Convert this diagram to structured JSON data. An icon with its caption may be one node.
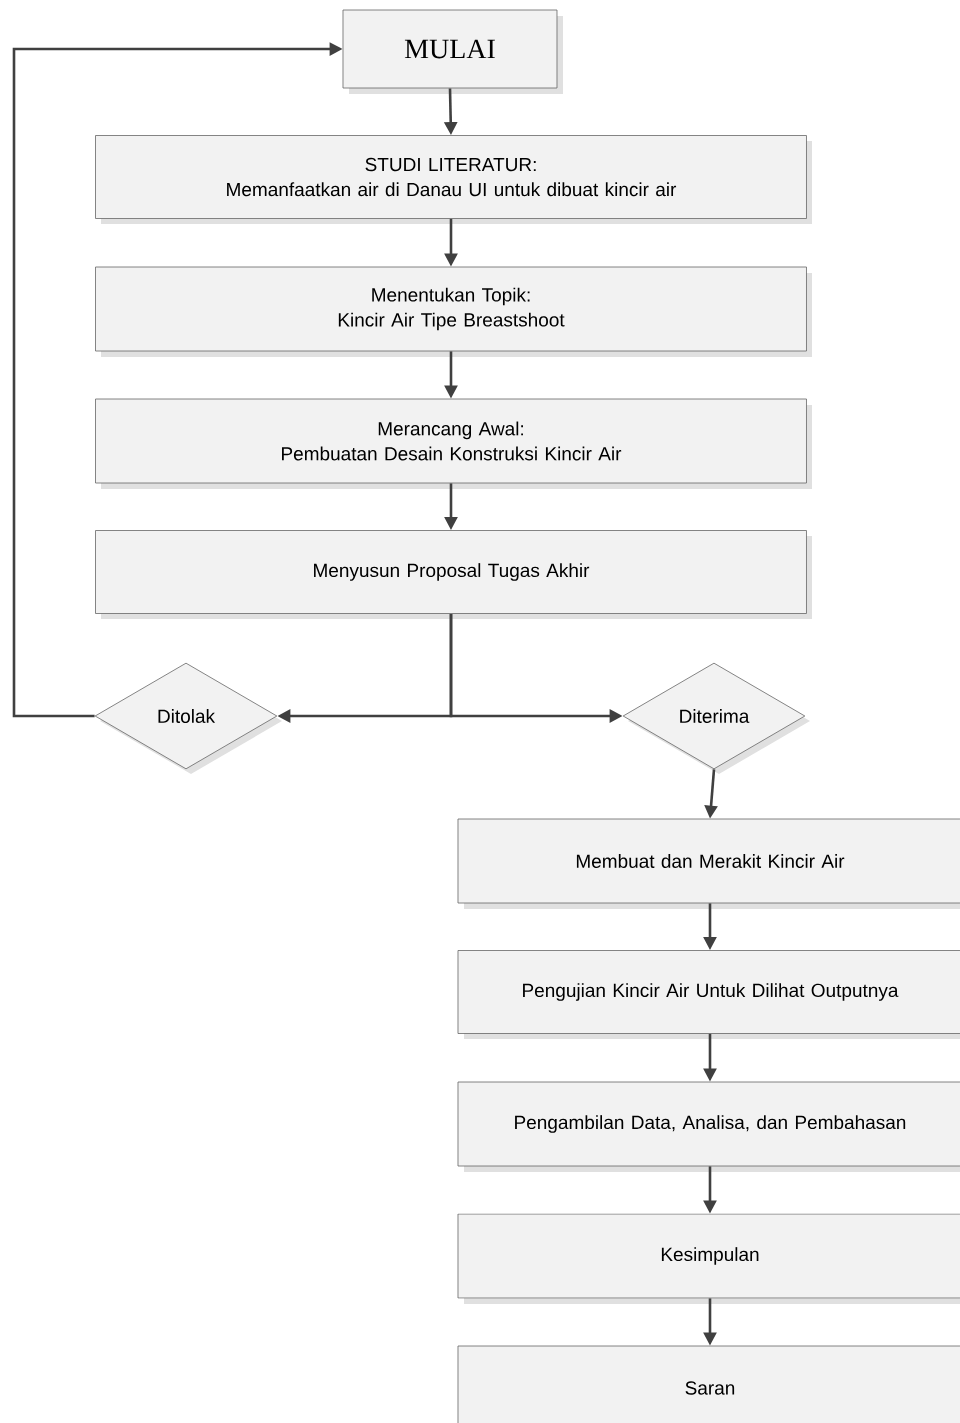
{
  "diagram": {
    "nodes": [
      {
        "text": [
          "MULAI"
        ]
      },
      {
        "text": [
          "STUDI LITERATUR:",
          "Memanfaatkan air di Danau UI untuk dibuat kincir air"
        ]
      },
      {
        "text": [
          "Menentukan Topik:",
          "Kincir Air Tipe Breastshoot"
        ]
      },
      {
        "text": [
          "Merancang Awal:",
          "Pembuatan Desain Konstruksi Kincir Air"
        ]
      },
      {
        "text": [
          "Menyusun Proposal Tugas Akhir"
        ]
      },
      {
        "text": [
          "Ditolak"
        ]
      },
      {
        "text": [
          "Diterima"
        ]
      },
      {
        "text": [
          "Membuat dan Merakit Kincir Air"
        ]
      },
      {
        "text": [
          "Pengujian Kincir Air Untuk Dilihat Outputnya"
        ]
      },
      {
        "text": [
          "Pengambilan Data, Analisa, dan Pembahasan"
        ]
      },
      {
        "text": [
          "Kesimpulan"
        ]
      },
      {
        "text": [
          "Saran"
        ]
      }
    ],
    "edges": [
      {
        "from": 0,
        "to": 1,
        "arrow": "to"
      },
      {
        "from": 1,
        "to": 2,
        "arrow": "to"
      },
      {
        "from": 2,
        "to": 3,
        "arrow": "to"
      },
      {
        "from": 3,
        "to": 4,
        "arrow": "to"
      },
      {
        "from": 4,
        "to": 5,
        "arrow": "to"
      },
      {
        "from": 4,
        "to": 6,
        "arrow": "to"
      },
      {
        "from": 5,
        "to": 0,
        "arrow": "to"
      },
      {
        "from": 6,
        "to": 7,
        "arrow": "to"
      },
      {
        "from": 7,
        "to": 8,
        "arrow": "to"
      },
      {
        "from": 8,
        "to": 9,
        "arrow": "to"
      },
      {
        "from": 9,
        "to": 10,
        "arrow": "to"
      },
      {
        "from": 10,
        "to": 11,
        "arrow": "to"
      }
    ]
  }
}
